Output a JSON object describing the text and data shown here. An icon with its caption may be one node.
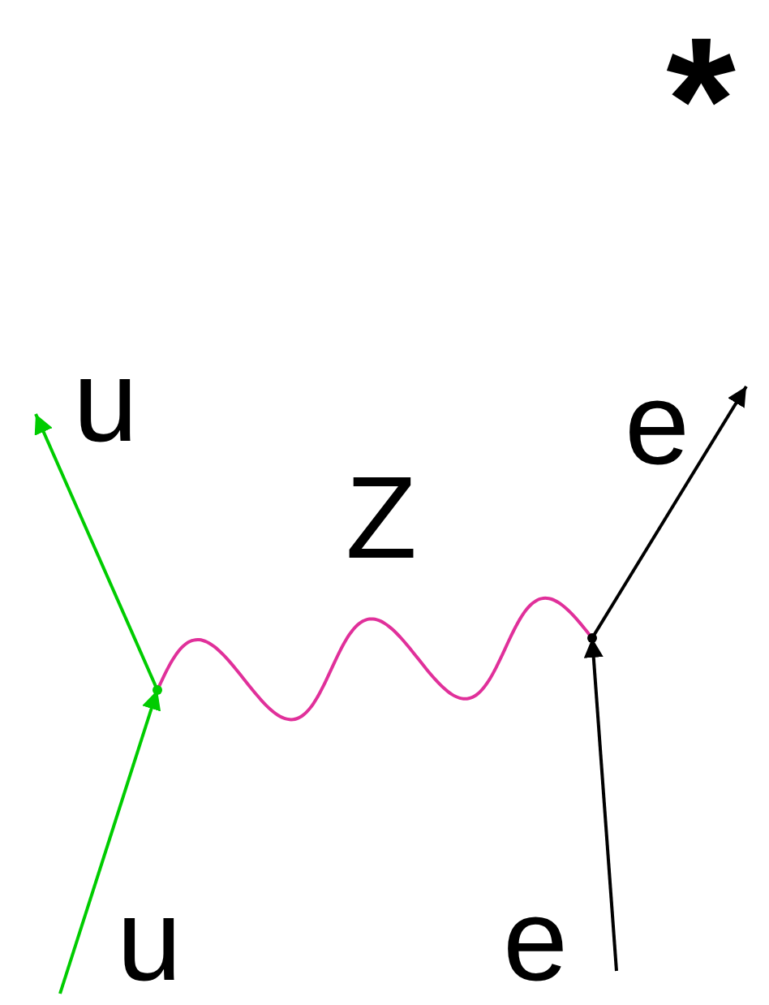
{
  "diagram": {
    "nodes": [
      {
        "text": [],
        "shape": "circle"
      },
      {
        "text": [],
        "shape": "circle"
      }
    ],
    "edges": [
      {
        "from": null,
        "to": 0,
        "arrow": "to",
        "color": "#00cc00",
        "label": "u"
      },
      {
        "from": 0,
        "to": null,
        "arrow": "to",
        "color": "#00cc00",
        "label": "u"
      },
      {
        "from": 0,
        "to": 1,
        "arrow": "none",
        "color": "#e0309a",
        "label": "Z"
      },
      {
        "from": null,
        "to": 1,
        "arrow": "to",
        "color": "#000000",
        "label": "e"
      },
      {
        "from": 1,
        "to": null,
        "arrow": "to",
        "color": "#000000",
        "label": "e"
      }
    ],
    "labels": [
      "*"
    ]
  }
}
